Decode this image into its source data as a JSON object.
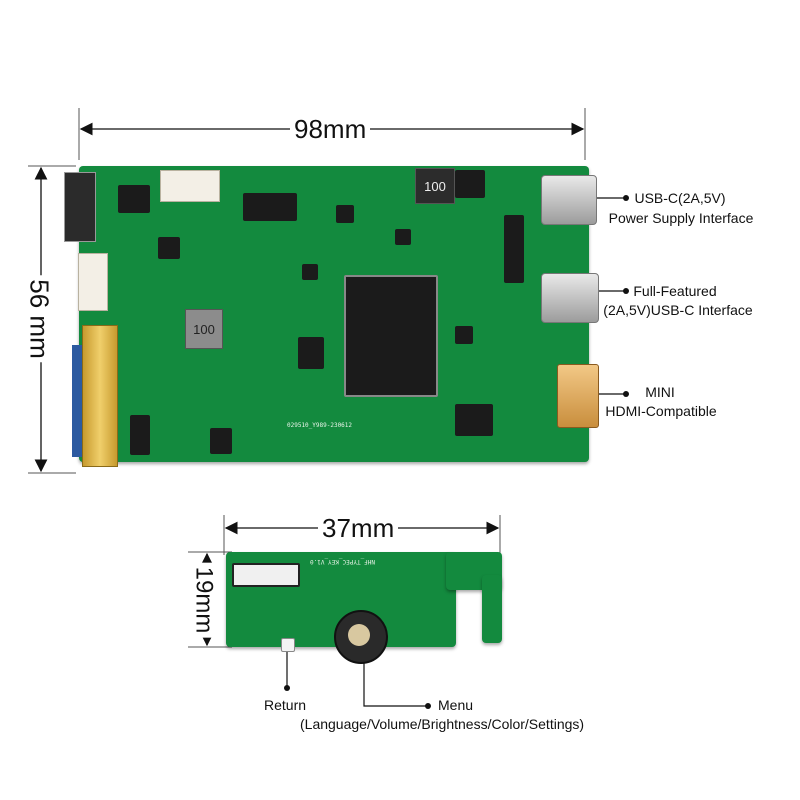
{
  "dimensions": {
    "main_width": "98mm",
    "main_height": "56 mm",
    "key_width": "37mm",
    "key_height": "19mm"
  },
  "ports": {
    "usb_power_line1": "USB-C(2A,5V)",
    "usb_power_line2": "Power Supply Interface",
    "usb_full_line1": "Full-Featured",
    "usb_full_line2": "(2A,5V)USB-C Interface",
    "hdmi_line1": "MINI",
    "hdmi_line2": "HDMI-Compatible"
  },
  "key_board": {
    "return_label": "Return",
    "menu_label": "Menu",
    "menu_desc": "(Language/Volume/Brightness/Color/Settings)"
  },
  "silkscreen": {
    "board_id": "029510_Y989-230612",
    "key_board_id": "NHF_TYPEC_KEY_V1.0"
  },
  "inductors": {
    "top": "100",
    "left": "100"
  },
  "colors": {
    "pcb": "#138a3e",
    "gold": "#c9a54a",
    "line": "#111111"
  }
}
